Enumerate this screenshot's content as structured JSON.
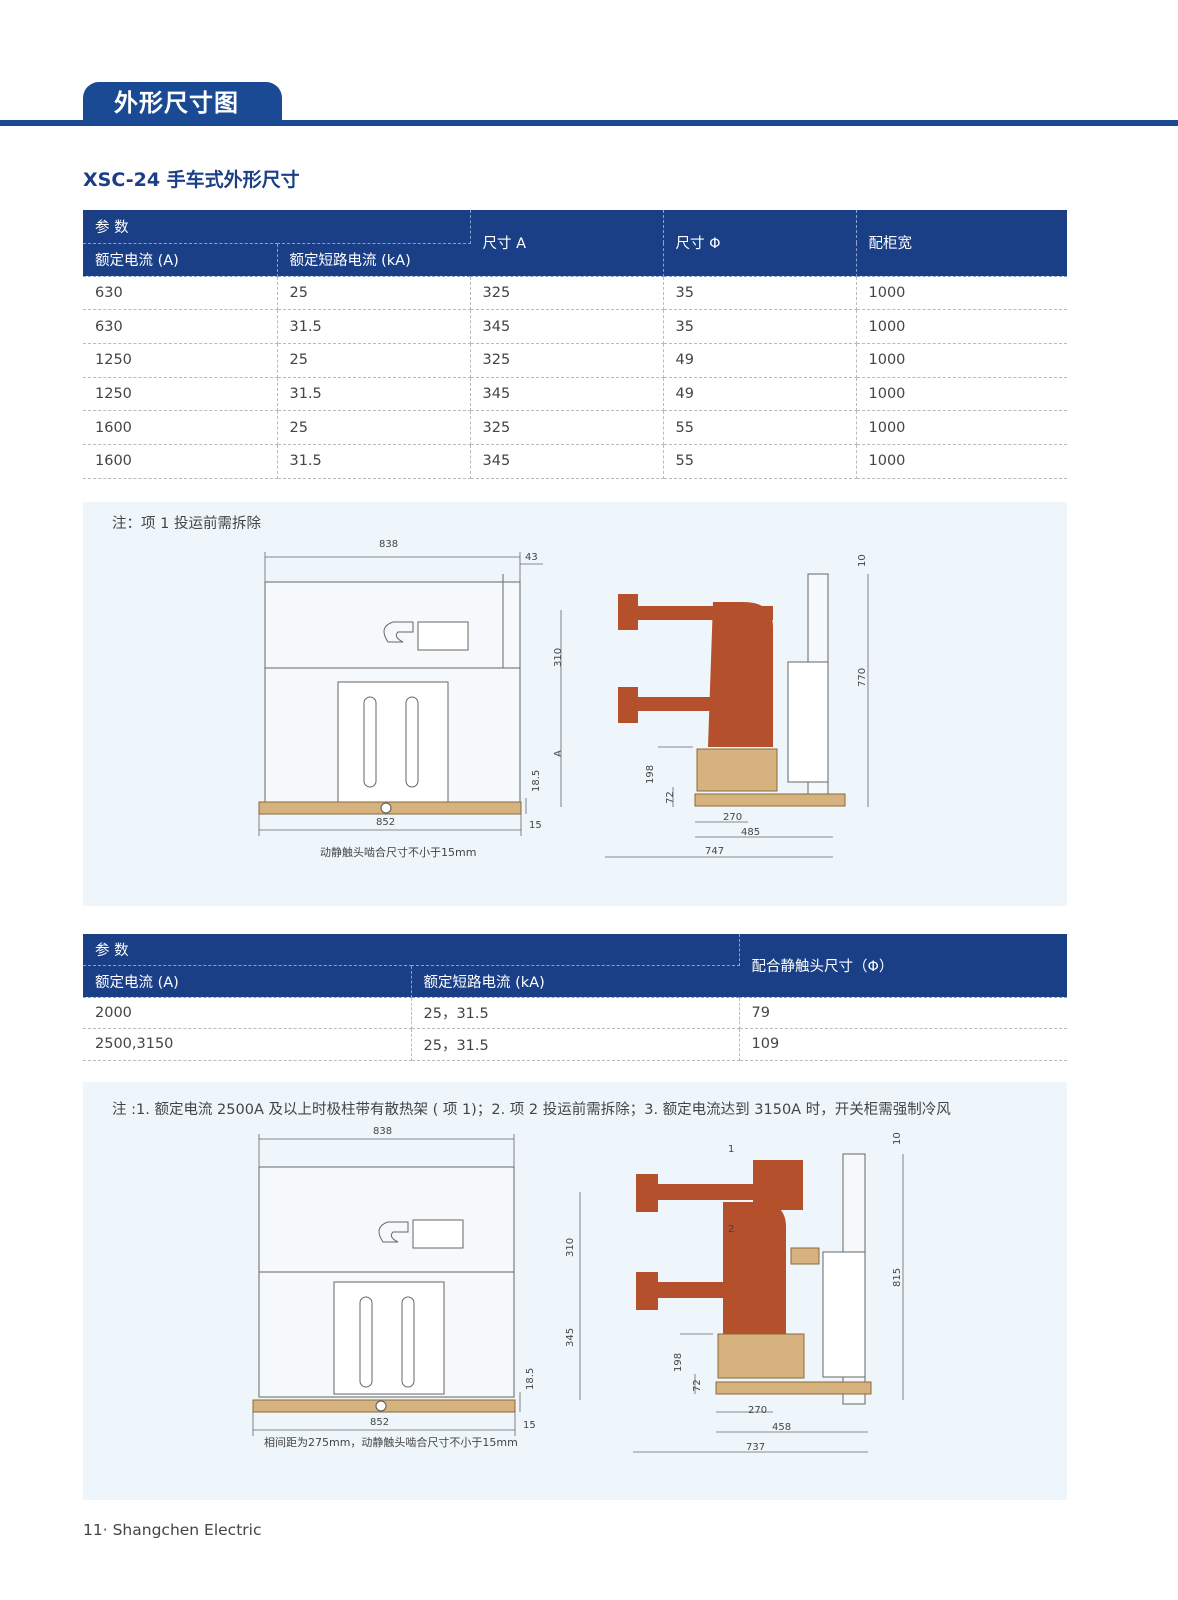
{
  "header": {
    "title": "外形尺寸图"
  },
  "section": {
    "title": "XSC-24 手车式外形尺寸"
  },
  "table1": {
    "group_header": "参 数",
    "headers": [
      "额定电流 (A)",
      "额定短路电流 (kA)",
      "尺寸 A",
      "尺寸 Φ",
      "配柜宽"
    ],
    "rows": [
      [
        "630",
        "25",
        "325",
        "35",
        "1000"
      ],
      [
        "630",
        "31.5",
        "345",
        "35",
        "1000"
      ],
      [
        "1250",
        "25",
        "325",
        "49",
        "1000"
      ],
      [
        "1250",
        "31.5",
        "345",
        "49",
        "1000"
      ],
      [
        "1600",
        "25",
        "325",
        "55",
        "1000"
      ],
      [
        "1600",
        "31.5",
        "345",
        "55",
        "1000"
      ]
    ]
  },
  "diagram1": {
    "note": "注：项 1 投运前需拆除",
    "caption": "动静触头啮合尺寸不小于15mm",
    "dims": [
      "838",
      "43",
      "852",
      "18.5",
      "15",
      "310",
      "A",
      "198",
      "72",
      "270",
      "485",
      "747",
      "770",
      "10"
    ]
  },
  "table2": {
    "group_header": "参 数",
    "headers": [
      "额定电流 (A)",
      "额定短路电流 (kA)",
      "配合静触头尺寸（Φ）"
    ],
    "rows": [
      [
        "2000",
        "25，31.5",
        "79"
      ],
      [
        "2500,3150",
        "25，31.5",
        "109"
      ]
    ]
  },
  "diagram2": {
    "note": "注 :1. 额定电流 2500A 及以上时极柱带有散热架 ( 项 1)；2. 项 2 投运前需拆除；3. 额定电流达到 3150A 时，开关柜需强制冷风",
    "caption": "相间距为275mm，动静触头啮合尺寸不小于15mm",
    "dims": [
      "838",
      "852",
      "18.5",
      "15",
      "310",
      "345",
      "198",
      "72",
      "270",
      "458",
      "737",
      "815",
      "10",
      "1",
      "2"
    ]
  },
  "footer": {
    "page": "11·",
    "company": "Shangchen Electric"
  },
  "colors": {
    "brand_blue": "#1a3f86",
    "insulator": "#b5502c",
    "base": "#d5b27e",
    "panel_bg": "#eef6fb"
  }
}
